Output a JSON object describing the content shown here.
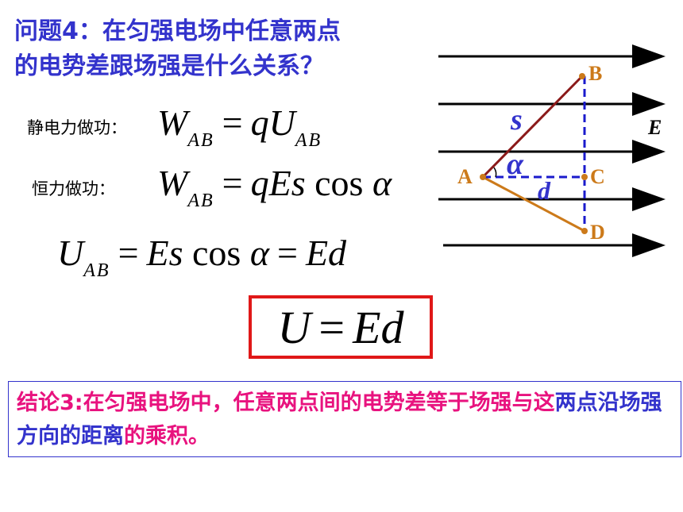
{
  "question": {
    "line1": "问题4：在匀强电场中任意两点",
    "line2": "的电势差跟场强是什么关系？"
  },
  "formulas": {
    "static_label": "静电力做功：",
    "constant_label": "恒力做功：",
    "W": "W",
    "AB": "AB",
    "eq": "=",
    "q": "q",
    "U": "U",
    "Es": "Es",
    "cos": "cos",
    "alpha": "α",
    "Ed": "Ed"
  },
  "diagram": {
    "point_A": "A",
    "point_B": "B",
    "point_C": "C",
    "point_D": "D",
    "s": "s",
    "alpha": "α",
    "d": "d",
    "E": "E",
    "colors": {
      "field_lines": "#000000",
      "AB_line": "#8b1a1a",
      "AD_line": "#cc7a1a",
      "dashed": "#1a1acc",
      "point_labels": "#cc7a1a",
      "symbols": "#3333cc"
    }
  },
  "conclusion": {
    "part1": "结论3:在匀强电场中，任意两点间的电势差等于场强与这",
    "part2": "两点沿场强方向的距离",
    "part3": "的乘积。"
  },
  "colors": {
    "title": "#3333cc",
    "box_border": "#e01818",
    "conclusion_text": "#e8127e"
  }
}
